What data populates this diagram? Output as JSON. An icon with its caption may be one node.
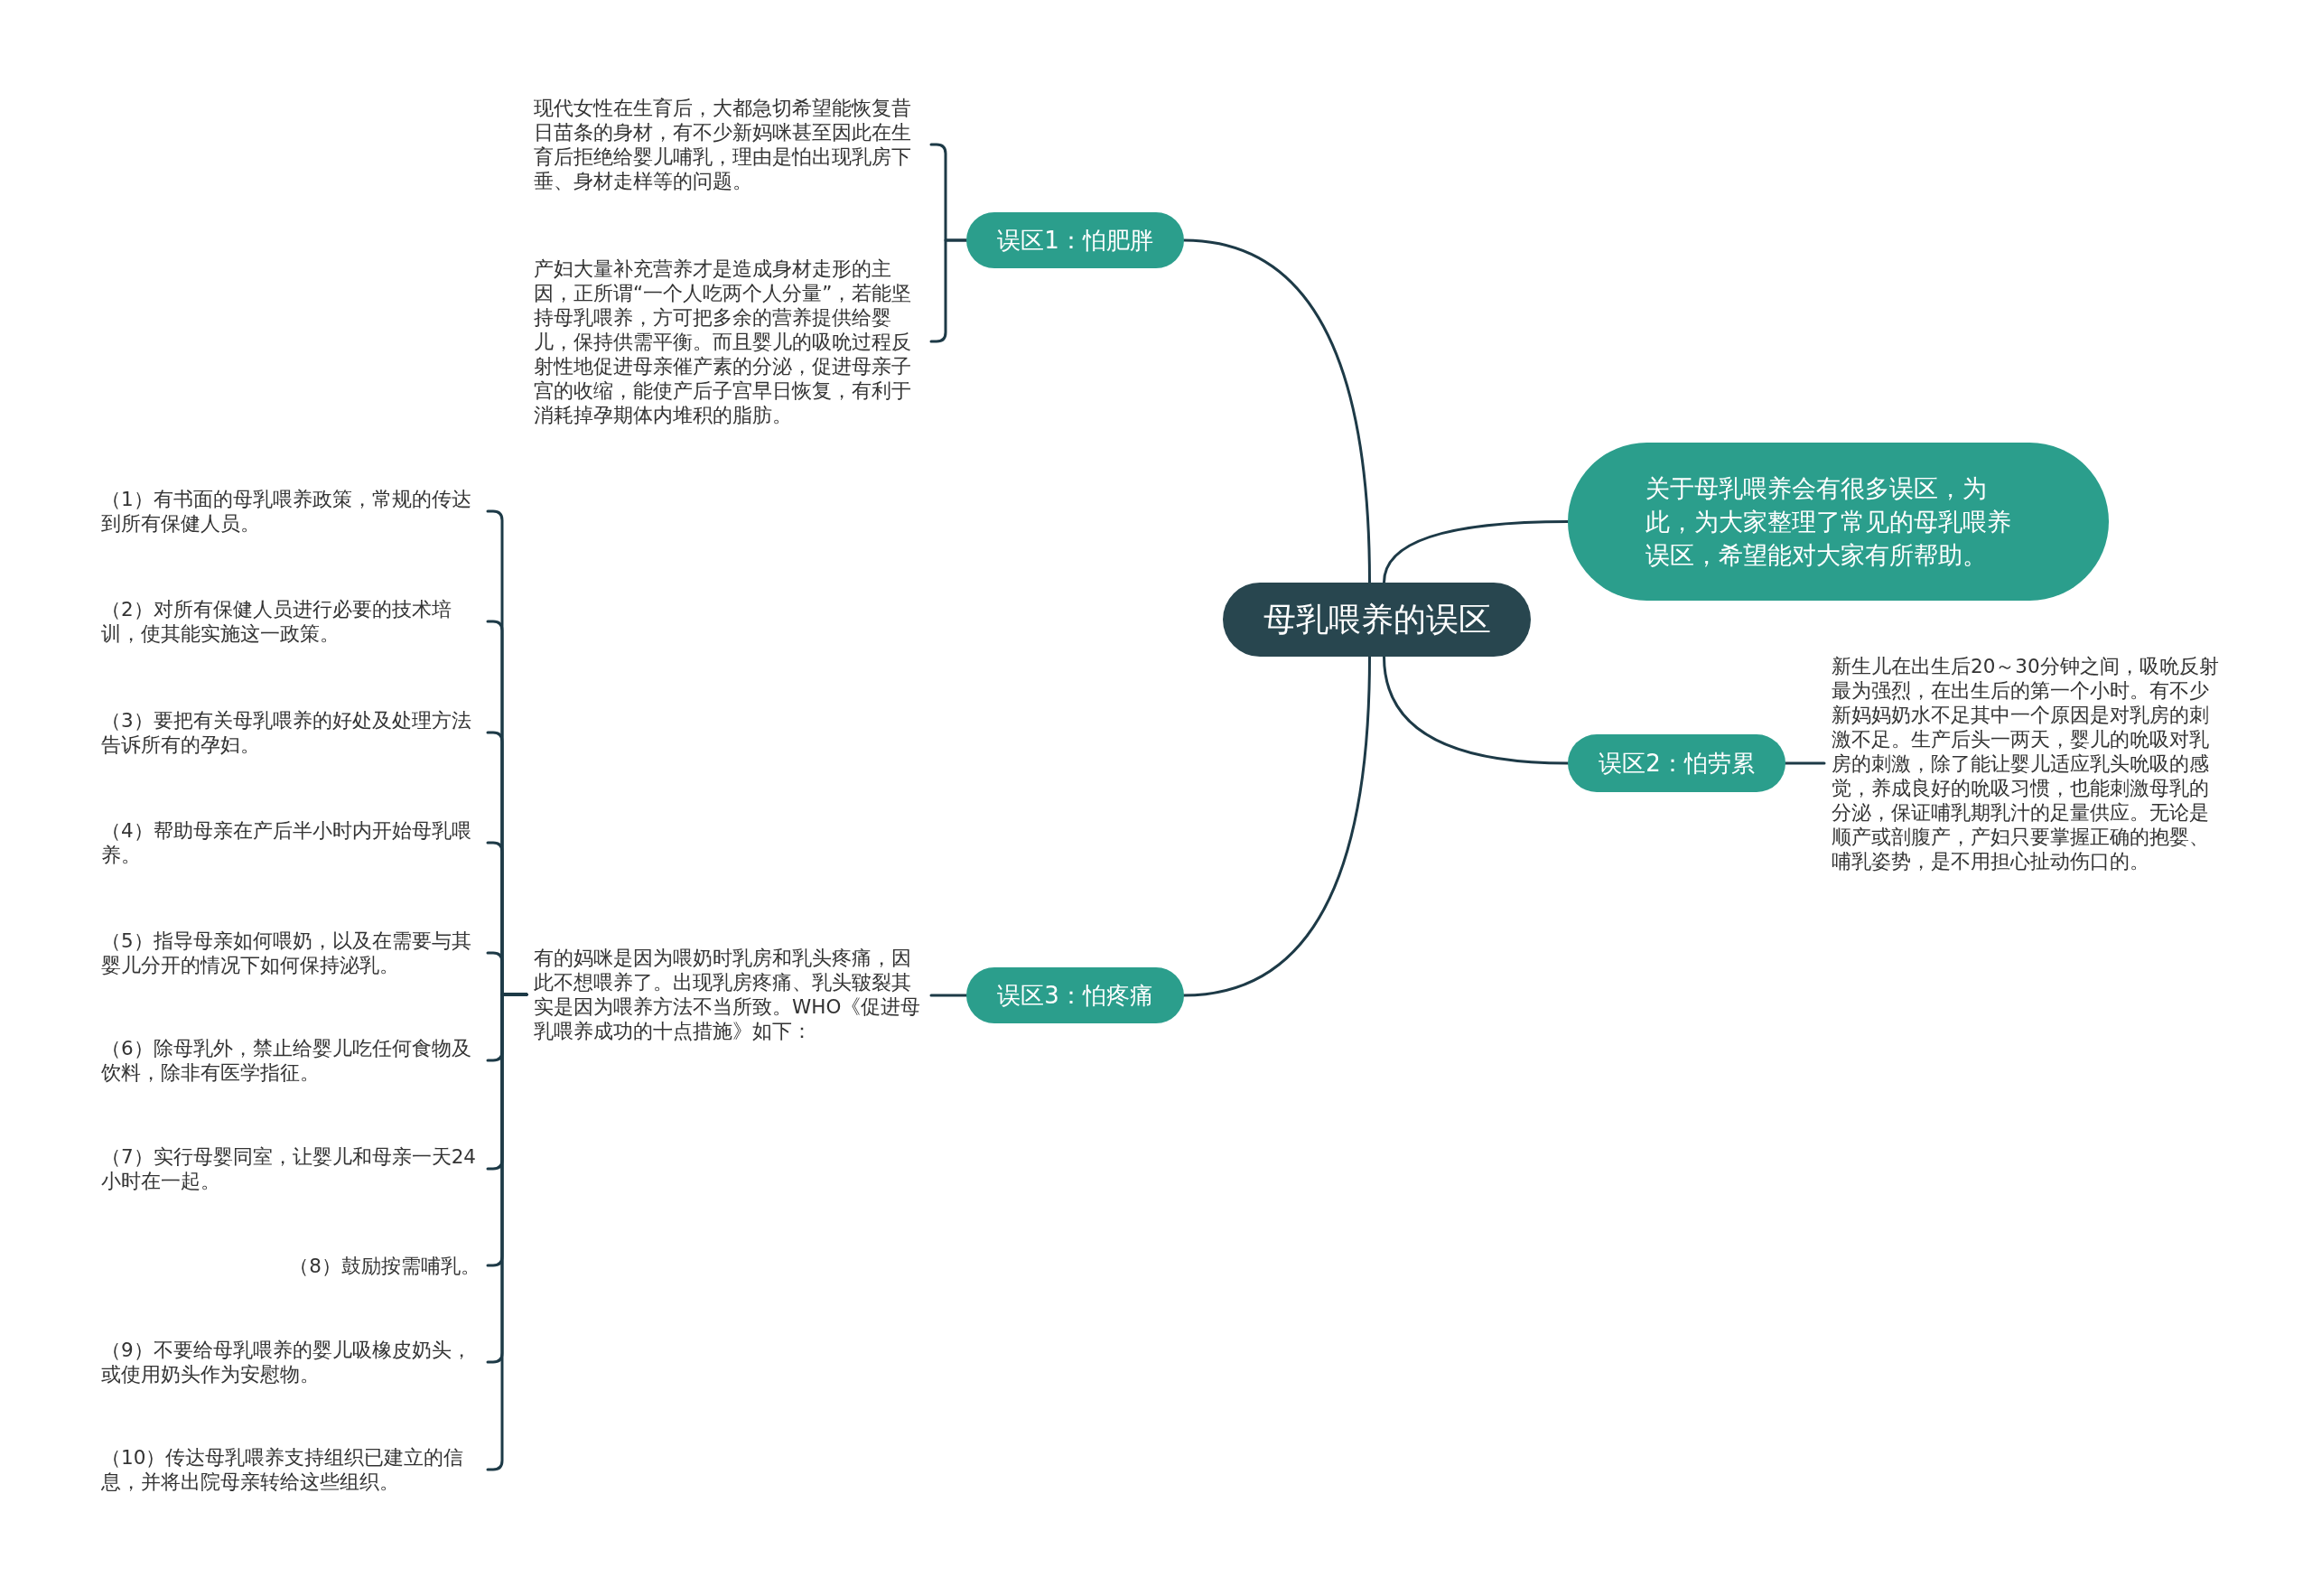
{
  "diagram": {
    "nodes": [
      {
        "text": [
          "母乳喂养的误区"
        ]
      },
      {
        "text": [
          "误区1：怕肥胖"
        ]
      },
      {
        "text": [
          "现代女性在生育后，大都急切希望能恢复昔日苗条的身材，有不少新妈咪甚至因此在生育后拒绝给婴儿哺乳，理由是怕出现乳房下垂、身材走样等的问题。"
        ]
      },
      {
        "text": [
          "产妇大量补充营养才是造成身材走形的主因，正所谓“一个人吃两个人分量”，若能坚持母乳喂养，方可把多余的营养提供给婴儿，保持供需平衡。而且婴儿的吸吮过程反射性地促进母亲催产素的分泌，促进母亲子宫的收缩，能使产后子宫早日恢复，有利于消耗掉孕期体内堆积的脂肪。"
        ]
      },
      {
        "text": [
          "关于母乳喂养会有很多误区，为此，为大家整理了常见的母乳喂养误区，希望能对大家有所帮助。"
        ]
      },
      {
        "text": [
          "误区2：怕劳累"
        ]
      },
      {
        "text": [
          "新生儿在出生后20～30分钟之间，吸吮反射最为强烈，在出生后的第一个小时。有不少新妈妈奶水不足其中一个原因是对乳房的刺激不足。生产后头一两天，婴儿的吮吸对乳房的刺激，除了能让婴儿适应乳头吮吸的感觉，养成良好的吮吸习惯，也能刺激母乳的分泌，保证哺乳期乳汁的足量供应。无论是顺产或剖腹产，产妇只要掌握正确的抱婴、哺乳姿势，是不用担心扯动伤口的。"
        ]
      },
      {
        "text": [
          "误区3：怕疼痛"
        ]
      },
      {
        "text": [
          "有的妈咪是因为喂奶时乳房和乳头疼痛，因此不想喂养了。出现乳房疼痛、乳头皲裂其实是因为喂养方法不当所致。WHO《促进母乳喂养成功的十点措施》如下："
        ]
      },
      {
        "text": [
          "（1）有书面的母乳喂养政策，常规的传达到所有保健人员。"
        ]
      },
      {
        "text": [
          "（2）对所有保健人员进行必要的技术培训，使其能实施这一政策。"
        ]
      },
      {
        "text": [
          "（3）要把有关母乳喂养的好处及处理方法告诉所有的孕妇。"
        ]
      },
      {
        "text": [
          "（4）帮助母亲在产后半小时内开始母乳喂养。"
        ]
      },
      {
        "text": [
          "（5）指导母亲如何喂奶，以及在需要与其婴儿分开的情况下如何保持泌乳。"
        ]
      },
      {
        "text": [
          "（6）除母乳外，禁止给婴儿吃任何食物及饮料，除非有医学指征。"
        ]
      },
      {
        "text": [
          "（7）实行母婴同室，让婴儿和母亲一天24小时在一起。"
        ]
      },
      {
        "text": [
          "（8）鼓励按需哺乳。"
        ]
      },
      {
        "text": [
          "（9）不要给母乳喂养的婴儿吸橡皮奶头，或使用奶头作为安慰物。"
        ]
      },
      {
        "text": [
          "（10）传达母乳喂养支持组织已建立的信息，并将出院母亲转给这些组织。"
        ]
      }
    ],
    "edges": [
      {
        "from": 0,
        "to": 1,
        "arrow": "none"
      },
      {
        "from": 1,
        "to": 2,
        "arrow": "none"
      },
      {
        "from": 1,
        "to": 3,
        "arrow": "none"
      },
      {
        "from": 0,
        "to": 4,
        "arrow": "none"
      },
      {
        "from": 0,
        "to": 5,
        "arrow": "none"
      },
      {
        "from": 5,
        "to": 6,
        "arrow": "none"
      },
      {
        "from": 0,
        "to": 7,
        "arrow": "none"
      },
      {
        "from": 7,
        "to": 8,
        "arrow": "none"
      },
      {
        "from": 8,
        "to": 9,
        "arrow": "none"
      },
      {
        "from": 8,
        "to": 10,
        "arrow": "none"
      },
      {
        "from": 8,
        "to": 11,
        "arrow": "none"
      },
      {
        "from": 8,
        "to": 12,
        "arrow": "none"
      },
      {
        "from": 8,
        "to": 13,
        "arrow": "none"
      },
      {
        "from": 8,
        "to": 14,
        "arrow": "none"
      },
      {
        "from": 8,
        "to": 15,
        "arrow": "none"
      },
      {
        "from": 8,
        "to": 16,
        "arrow": "none"
      },
      {
        "from": 8,
        "to": 17,
        "arrow": "none"
      },
      {
        "from": 8,
        "to": 18,
        "arrow": "none"
      }
    ]
  }
}
